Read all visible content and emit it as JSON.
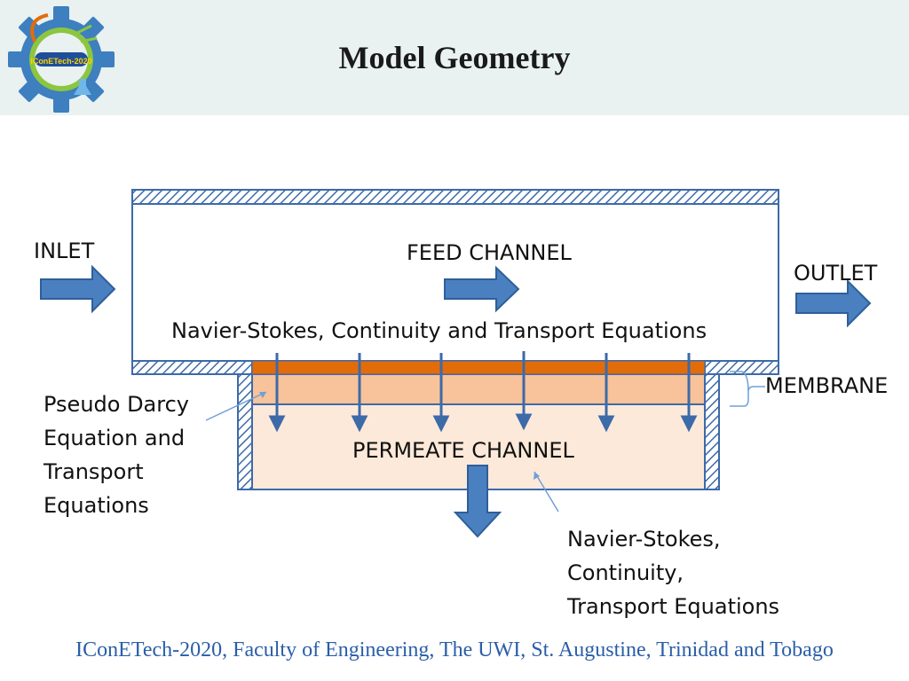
{
  "header": {
    "title": "Model Geometry",
    "logo_text": "IConETech-2020"
  },
  "diagram": {
    "inlet": "INLET",
    "outlet": "OUTLET",
    "feed_channel": "FEED CHANNEL",
    "feed_equations": "Navier-Stokes, Continuity and Transport Equations",
    "membrane": "MEMBRANE",
    "permeate_channel": "PERMEATE CHANNEL",
    "membrane_equations": "Pseudo Darcy\nEquation and\nTransport\nEquations",
    "permeate_equations": "Navier-Stokes,\nContinuity,\nTransport Equations"
  },
  "footer": {
    "text": "IConETech-2020, Faculty of Engineering, The UWI, St. Augustine, Trinidad and Tobago"
  },
  "colors": {
    "header_bg": "#e9f1f1",
    "arrow_fill": "#4a7fc0",
    "arrow_stroke": "#2e5f99",
    "membrane_top": "#e36c0a",
    "membrane_body": "#f8c29a",
    "permeate_body": "#fde9d9",
    "footer_text": "#2a5ea8"
  }
}
